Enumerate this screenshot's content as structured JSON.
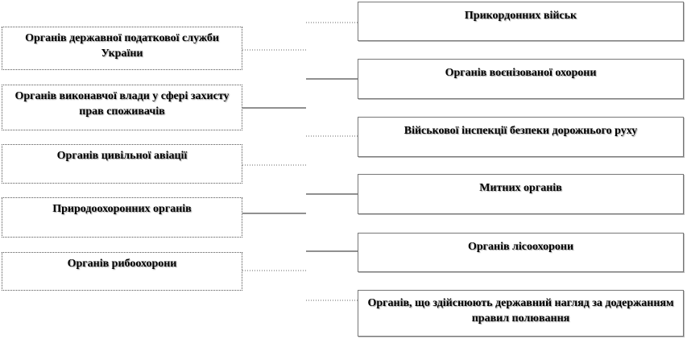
{
  "left_boxes": [
    "Органів державної податкової служби України",
    "Органів виконавчої влади у сфері захисту прав споживачів",
    "Органів цивільної авіації",
    "Природоохоронних органів",
    "Органів рибоохорони"
  ],
  "right_boxes": [
    "Прикордонних військ",
    "Органів воєнізованої охорони",
    "Військової інспекції безпеки дорожнього руху",
    "Митних органів",
    "Органів лісоохорони",
    "Органів, що здійснюють державний нагляд за додержанням правил полювання"
  ]
}
